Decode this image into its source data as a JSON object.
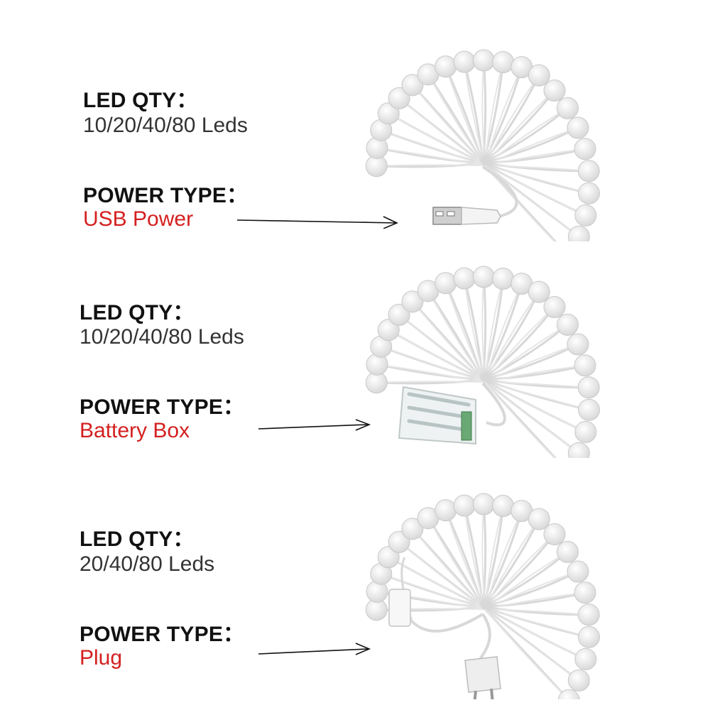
{
  "colors": {
    "power_value": "#d42020",
    "label": "#111111",
    "qty_value": "#333333",
    "bulb": "#f2f2f2",
    "wire": "#d8d8d8"
  },
  "sections": [
    {
      "qty_label": "LED QTY：",
      "qty_value": "10/20/40/80 Leds",
      "power_label": "POWER TYPE：",
      "power_value": "USB Power",
      "product_icon": "usb-plug-icon"
    },
    {
      "qty_label": "LED QTY：",
      "qty_value": "10/20/40/80 Leds",
      "power_label": "POWER TYPE：",
      "power_value": "Battery Box",
      "product_icon": "battery-box-icon"
    },
    {
      "qty_label": "LED QTY：",
      "qty_value": "20/40/80 Leds",
      "power_label": "POWER TYPE：",
      "power_value": "Plug",
      "product_icon": "eu-plug-icon"
    }
  ]
}
